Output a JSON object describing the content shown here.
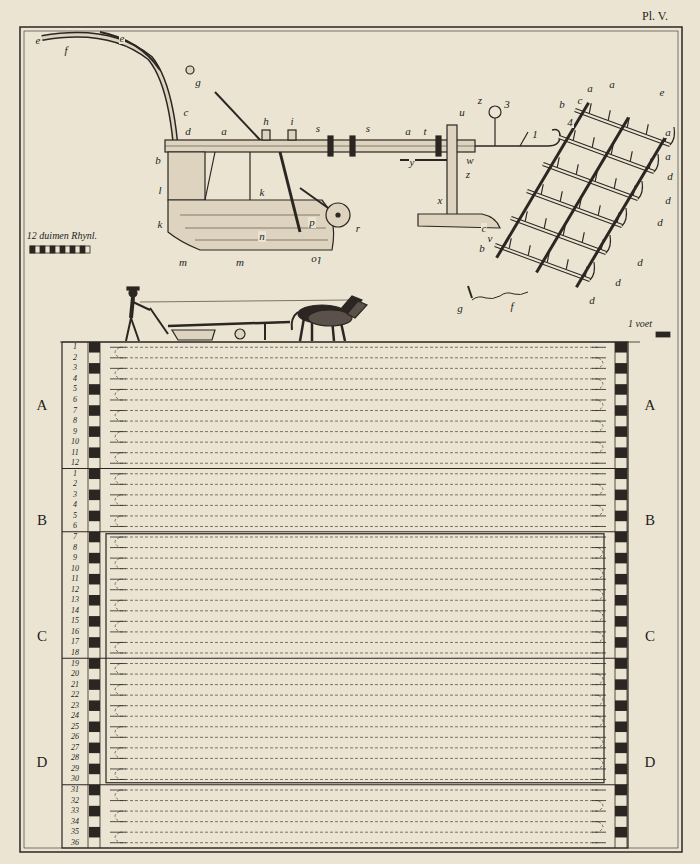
{
  "diagram": {
    "labels": [
      "Pl. V.",
      "e",
      "f",
      "e",
      "g",
      "c",
      "b",
      "d",
      "a",
      "h",
      "i",
      "s",
      "s",
      "a",
      "t",
      "u",
      "z",
      "3",
      "1",
      "4",
      "w",
      "z",
      "x",
      "y",
      "l",
      "k",
      "k",
      "n",
      "p",
      "q",
      "r",
      "m",
      "m",
      "o",
      "v",
      "12 duimen Rhynl.",
      "1 voet",
      "a",
      "a",
      "e",
      "a",
      "a",
      "b",
      "c",
      "c",
      "b",
      "d",
      "d",
      "d",
      "d",
      "d",
      "d",
      "f",
      "g",
      "A",
      "B",
      "C",
      "D",
      "A",
      "B",
      "C",
      "D",
      "1",
      "2",
      "3",
      "4",
      "5",
      "6",
      "7",
      "8",
      "9",
      "10",
      "11",
      "12",
      "1",
      "2",
      "3",
      "4",
      "5",
      "6",
      "7",
      "8",
      "9",
      "10",
      "11",
      "12",
      "13",
      "14",
      "15",
      "16",
      "17",
      "18",
      "19",
      "20",
      "21",
      "22",
      "23",
      "24",
      "25",
      "26",
      "27",
      "28",
      "29",
      "30",
      "31",
      "32",
      "33",
      "34",
      "35",
      "36"
    ]
  }
}
